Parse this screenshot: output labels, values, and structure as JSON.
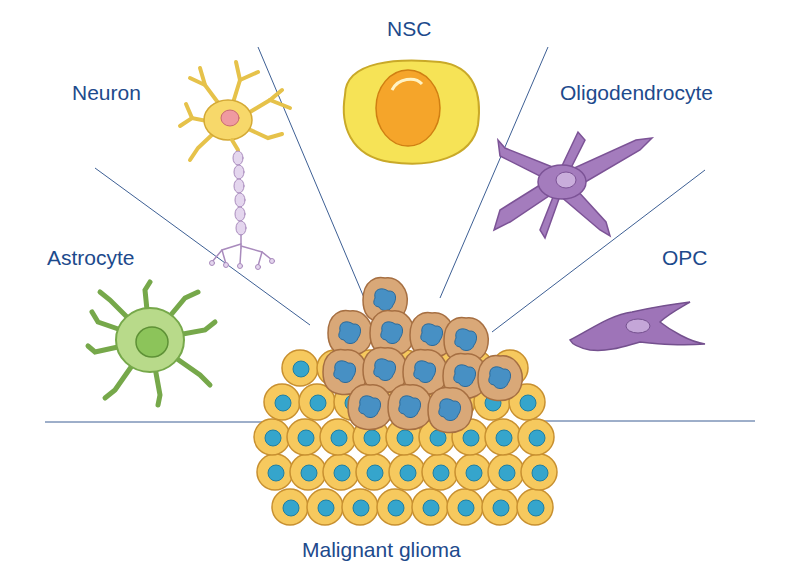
{
  "diagram": {
    "labels": [
      "NSC",
      "Neuron",
      "Oligodendrocyte",
      "Astrocyte",
      "OPC",
      "Malignant glioma"
    ]
  }
}
